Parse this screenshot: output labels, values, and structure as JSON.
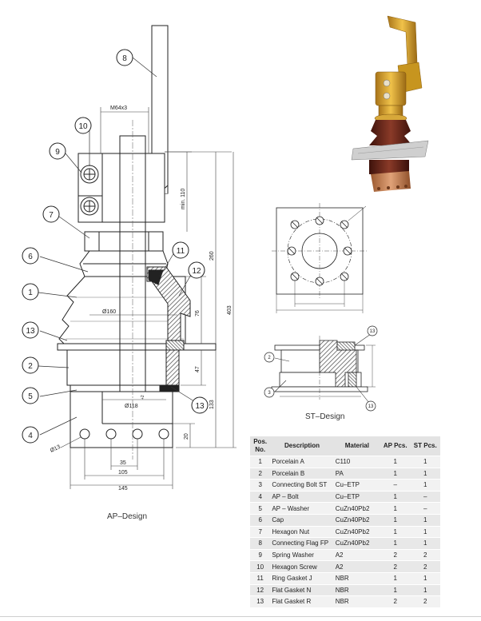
{
  "callouts": [
    "1",
    "2",
    "3",
    "4",
    "5",
    "6",
    "7",
    "8",
    "9",
    "10",
    "11",
    "12",
    "13"
  ],
  "ap": {
    "thread": "M64x3",
    "min110": "min. 110",
    "dim260": "260",
    "dim403": "403",
    "dim76": "76",
    "dim47": "47",
    "dim133": "133",
    "dim20": "20",
    "dia160": "Ø160",
    "dia118": "Ø118",
    "tol": "+2",
    "dia13": "Ø13",
    "dim35": "35",
    "dim105": "105",
    "dim145": "145",
    "caption": "AP–Design"
  },
  "st": {
    "caption": "ST–Design"
  },
  "table": {
    "headers": {
      "pos": "Pos. No.",
      "desc": "Description",
      "mat": "Material",
      "ap": "AP Pcs.",
      "st": "ST Pcs."
    },
    "rows": [
      {
        "pos": "1",
        "desc": "Porcelain A",
        "mat": "C110",
        "ap": "1",
        "st": "1"
      },
      {
        "pos": "2",
        "desc": "Porcelain B",
        "mat": "PA",
        "ap": "1",
        "st": "1"
      },
      {
        "pos": "3",
        "desc": "Connecting Bolt ST",
        "mat": "Cu–ETP",
        "ap": "–",
        "st": "1"
      },
      {
        "pos": "4",
        "desc": "AP – Bolt",
        "mat": "Cu–ETP",
        "ap": "1",
        "st": "–"
      },
      {
        "pos": "5",
        "desc": "AP – Washer",
        "mat": "CuZn40Pb2",
        "ap": "1",
        "st": "–"
      },
      {
        "pos": "6",
        "desc": "Cap",
        "mat": "CuZn40Pb2",
        "ap": "1",
        "st": "1"
      },
      {
        "pos": "7",
        "desc": "Hexagon Nut",
        "mat": "CuZn40Pb2",
        "ap": "1",
        "st": "1"
      },
      {
        "pos": "8",
        "desc": "Connecting Flag FP",
        "mat": "CuZn40Pb2",
        "ap": "1",
        "st": "1"
      },
      {
        "pos": "9",
        "desc": "Spring  Washer",
        "mat": "A2",
        "ap": "2",
        "st": "2"
      },
      {
        "pos": "10",
        "desc": "Hexagon Screw",
        "mat": "A2",
        "ap": "2",
        "st": "2"
      },
      {
        "pos": "11",
        "desc": "Ring Gasket J",
        "mat": "NBR",
        "ap": "1",
        "st": "1"
      },
      {
        "pos": "12",
        "desc": "Flat Gasket N",
        "mat": "NBR",
        "ap": "1",
        "st": "1"
      },
      {
        "pos": "13",
        "desc": "Flat Gasket R",
        "mat": "NBR",
        "ap": "2",
        "st": "2"
      }
    ]
  },
  "colors": {
    "line": "#222222",
    "hatch": "#555555",
    "copper": "#c98a55",
    "brass": "#d9a82b",
    "porcelain": "#6b2418",
    "header_bg": "#e3e3e3"
  }
}
